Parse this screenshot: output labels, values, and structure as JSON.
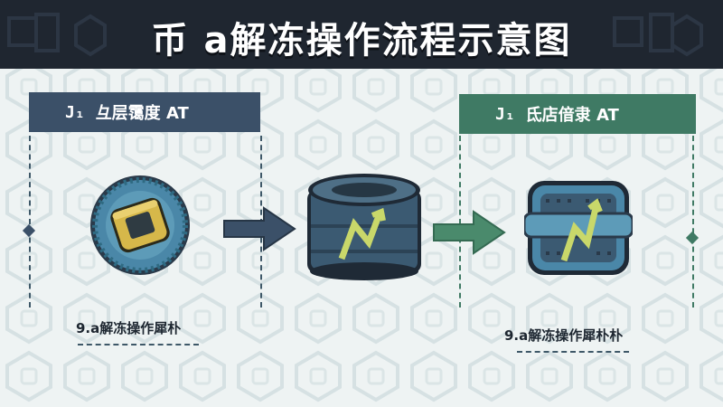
{
  "title": "币 a解冻操作流程示意图",
  "panels": {
    "left": {
      "icon": "J₁",
      "label": "彑层霭度 AT"
    },
    "right": {
      "icon": "J₁",
      "label": "氐店偣隶 AT"
    }
  },
  "captions": {
    "left": "9.a解冻操作犀朴",
    "right": "9.a解冻操作犀朴朴"
  },
  "icons": {
    "stage1": "locked-ring-coin-icon",
    "stage2": "lightning-cylinder-icon",
    "stage3": "unlocked-lightning-block-icon",
    "arrow1": "arrow-right-icon",
    "arrow2": "arrow-right-icon"
  },
  "colors": {
    "title_bg": "#1f2630",
    "left_header": "#3b5068",
    "right_header": "#3f7a64",
    "arrow_blue": "#3b5068",
    "arrow_green": "#4a8a6c",
    "gold": "#d6b84a",
    "lightning": "#c9d86a"
  }
}
